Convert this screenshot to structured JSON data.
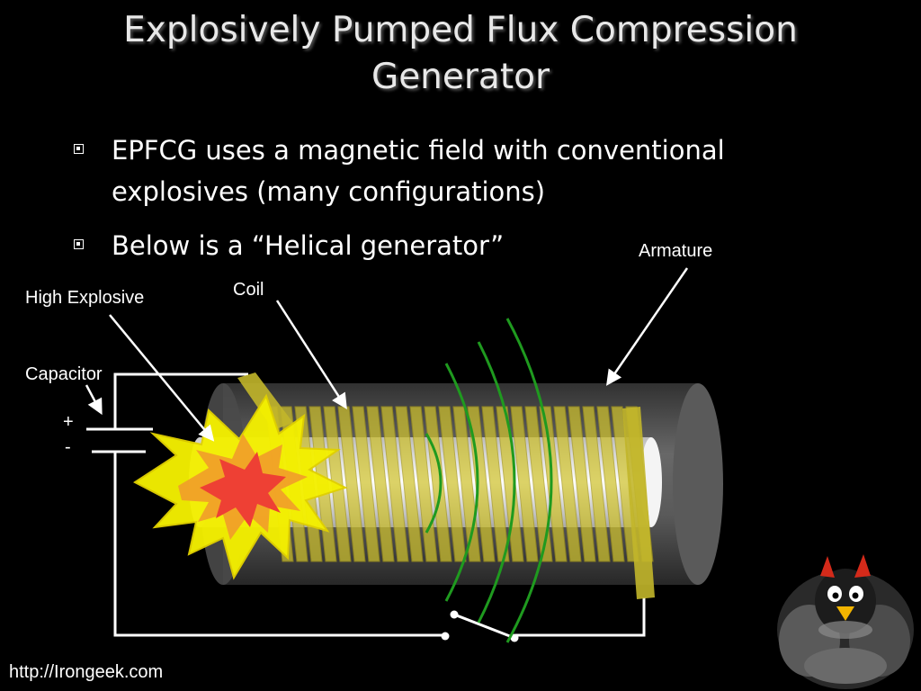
{
  "slide": {
    "title_line1": "Explosively Pumped Flux Compression",
    "title_line2": "Generator",
    "bullets": [
      "EPFCG uses a magnetic field with conventional explosives (many configurations)",
      "Below is a “Helical generator”"
    ],
    "footer": "http://Irongeek.com"
  },
  "diagram": {
    "labels": {
      "armature": "Armature",
      "coil": "Coil",
      "high_explosive": "High Explosive",
      "capacitor": "Capacitor",
      "plus": "+",
      "minus": "-"
    },
    "colors": {
      "cylinder": "#6e6e6e",
      "coil": "#d4c832",
      "field_lines": "#1f8a1f",
      "explosion_outer": "#f5f000",
      "explosion_mid": "#f08a20",
      "explosion_core": "#e8303a",
      "wire": "#ffffff"
    },
    "icons": [
      "penguin-mascot-icon"
    ]
  }
}
